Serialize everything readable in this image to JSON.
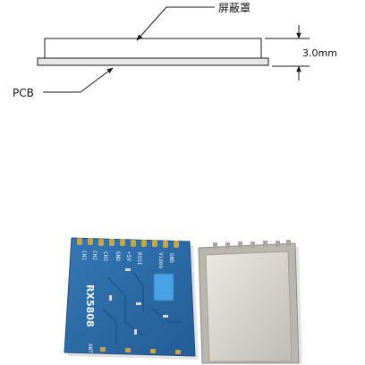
{
  "diagram": {
    "shield_label": "屏蔽罩",
    "thickness_label": "3.0mm",
    "pcb_label": "PCB"
  },
  "module": {
    "model": "RX5808",
    "antenna_label": "ANT",
    "pin_labels": [
      "CH1",
      "CH2",
      "CH3",
      "GND",
      "+5V",
      "RSSI",
      "Video",
      "GND"
    ]
  },
  "colors": {
    "board_blue": "#2b6aa5",
    "pad_gold": "#c9a443",
    "shield_silver": "#d8d5ce",
    "line": "#1a1a1a"
  }
}
